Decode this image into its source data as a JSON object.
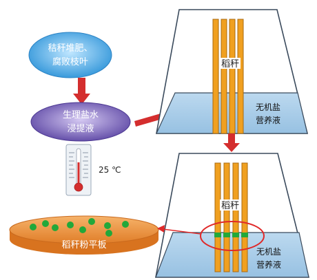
{
  "source_box": {
    "line1": "秸秆堆肥、",
    "line2": "腐败枝叶"
  },
  "extract_box": {
    "line1": "生理盐水",
    "line2": "浸提液"
  },
  "thermometer": {
    "reading": "25 ℃"
  },
  "plate": {
    "label": "稻秆粉平板"
  },
  "upper_flask": {
    "straw_label": "稻秆",
    "medium_line1": "无机盐",
    "medium_line2": "营养液"
  },
  "lower_flask": {
    "straw_label": "稻秆",
    "medium_line1": "无机盐",
    "medium_line2": "营养液"
  },
  "colors": {
    "source_fill": "#3aa0e0",
    "extract_fill": "#6a55b0",
    "arrow": "#d42e2e",
    "straw": "#f0a020",
    "medium": "#a8cce8",
    "plate": "#e98a35",
    "colony": "#22a83a",
    "circle": "#e02828"
  }
}
